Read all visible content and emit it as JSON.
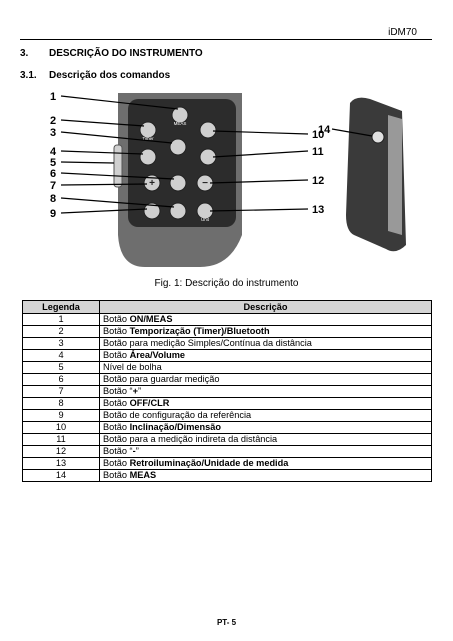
{
  "header": {
    "model": "iDM70"
  },
  "section": {
    "number": "3.",
    "title": "DESCRIÇÃO DO INSTRUMENTO"
  },
  "subsection": {
    "number": "3.1.",
    "title": "Descrição dos comandos"
  },
  "figure": {
    "callouts_left": [
      "1",
      "2",
      "3",
      "4",
      "5",
      "6",
      "7",
      "8",
      "9"
    ],
    "callouts_right": [
      "10",
      "11",
      "12",
      "13"
    ],
    "callout_side": "14",
    "key_labels": {
      "meas": "MEAS",
      "timer": "Timer",
      "unit": "Unit"
    },
    "caption": "Fig. 1: Descrição do instrumento"
  },
  "table": {
    "headers": [
      "Legenda",
      "Descrição"
    ],
    "rows": [
      {
        "n": "1",
        "pre": "Botão ",
        "bold": "ON/MEAS",
        "post": ""
      },
      {
        "n": "2",
        "pre": "Botão ",
        "bold": "Temporização (Timer)/Bluetooth",
        "post": ""
      },
      {
        "n": "3",
        "pre": "Botão para medição Simples/Contínua da distância",
        "bold": "",
        "post": ""
      },
      {
        "n": "4",
        "pre": "Botão ",
        "bold": "Área/Volume",
        "post": ""
      },
      {
        "n": "5",
        "pre": "Nível de bolha",
        "bold": "",
        "post": ""
      },
      {
        "n": "6",
        "pre": "Botão para guardar medição",
        "bold": "",
        "post": ""
      },
      {
        "n": "7",
        "pre": "Botão “",
        "bold": "+",
        "post": "”"
      },
      {
        "n": "8",
        "pre": "Botão ",
        "bold": "OFF/CLR",
        "post": ""
      },
      {
        "n": "9",
        "pre": "Botão de configuração da referência",
        "bold": "",
        "post": ""
      },
      {
        "n": "10",
        "pre": "Botão ",
        "bold": "Inclinação/Dimensão",
        "post": ""
      },
      {
        "n": "11",
        "pre": "Botão para a medição indireta da distância",
        "bold": "",
        "post": ""
      },
      {
        "n": "12",
        "pre": "Botão “",
        "bold": "-",
        "post": "”"
      },
      {
        "n": "13",
        "pre": "Botão ",
        "bold": "Retroiluminação/Unidade de medida",
        "post": ""
      },
      {
        "n": "14",
        "pre": "Botão ",
        "bold": "MEAS",
        "post": ""
      }
    ]
  },
  "footer": {
    "page": "PT- 5"
  }
}
